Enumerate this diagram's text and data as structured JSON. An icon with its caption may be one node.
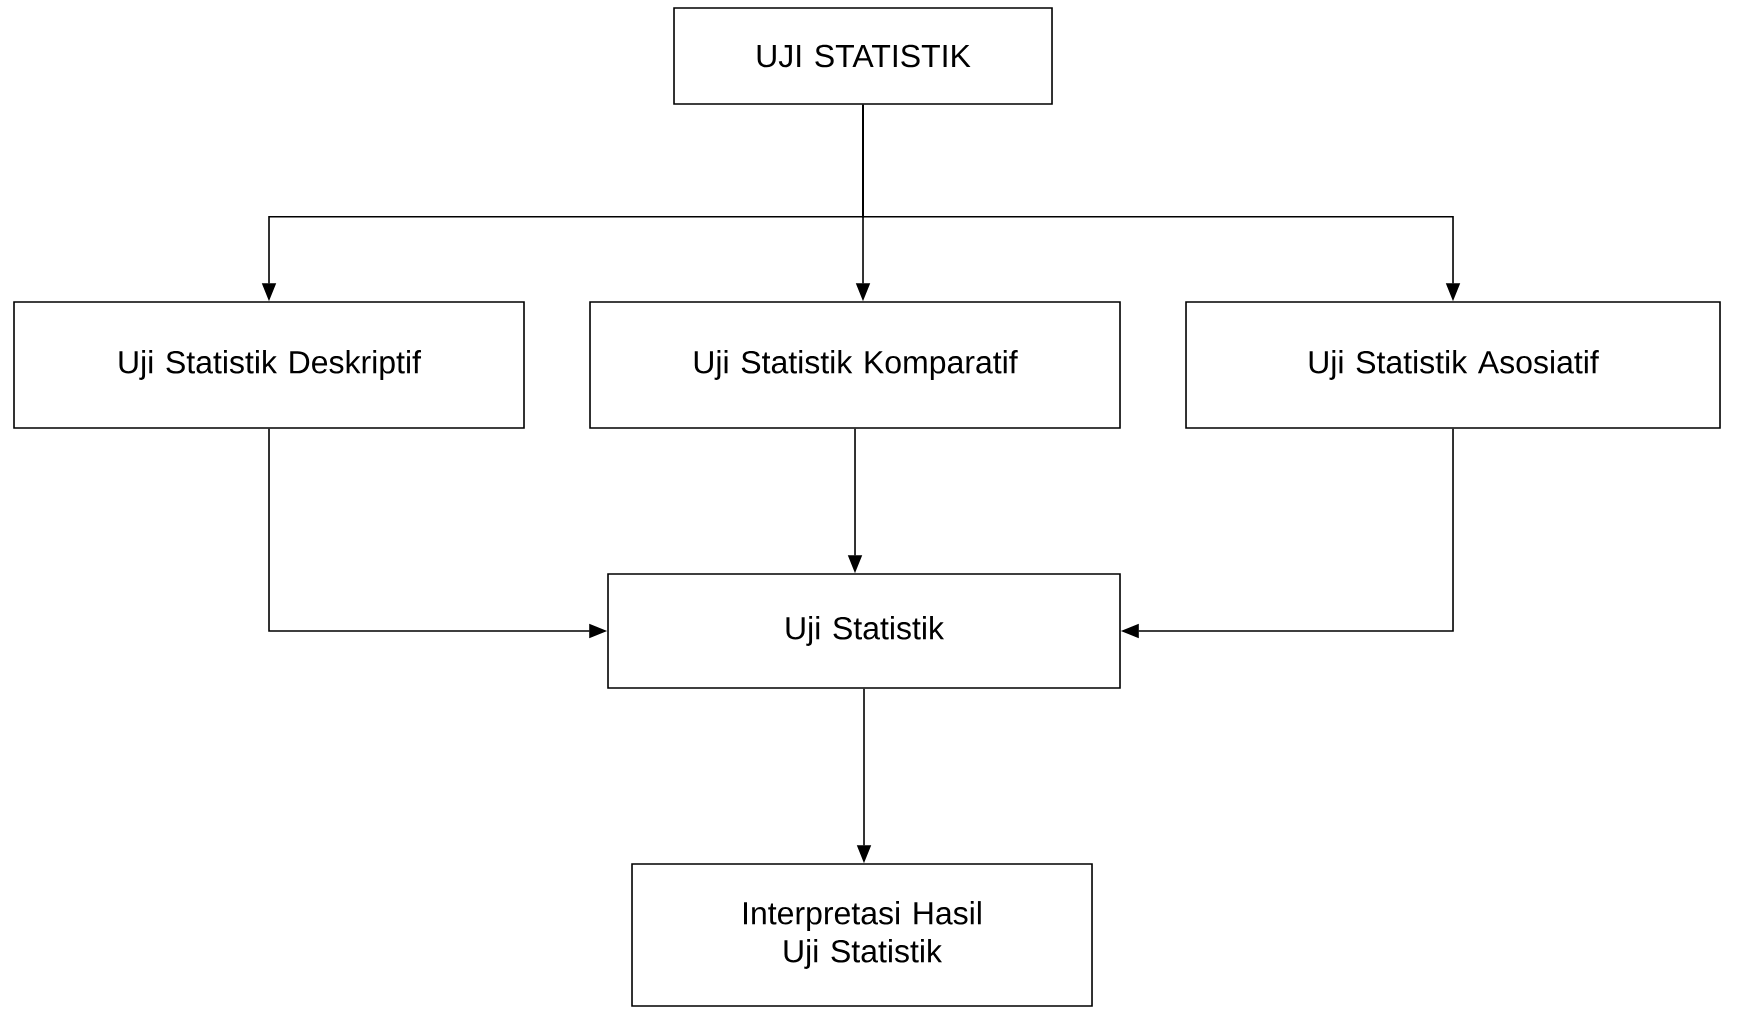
{
  "diagram": {
    "nodes": [
      {
        "text": [
          "UJI STATISTIK"
        ]
      },
      {
        "text": [
          "Uji Statistik Deskriptif"
        ]
      },
      {
        "text": [
          "Uji Statistik Komparatif"
        ]
      },
      {
        "text": [
          "Uji Statistik Asosiatif"
        ]
      },
      {
        "text": [
          "Uji Statistik"
        ]
      },
      {
        "text": [
          "Interpretasi Hasil Uji Statistik"
        ]
      }
    ],
    "edges": [
      {
        "from": 0,
        "to": 1,
        "arrow": "to"
      },
      {
        "from": 0,
        "to": 2,
        "arrow": "to"
      },
      {
        "from": 0,
        "to": 3,
        "arrow": "to"
      },
      {
        "from": 1,
        "to": 4,
        "arrow": "to"
      },
      {
        "from": 2,
        "to": 4,
        "arrow": "to"
      },
      {
        "from": 3,
        "to": 4,
        "arrow": "to"
      },
      {
        "from": 4,
        "to": 5,
        "arrow": "to"
      }
    ]
  }
}
